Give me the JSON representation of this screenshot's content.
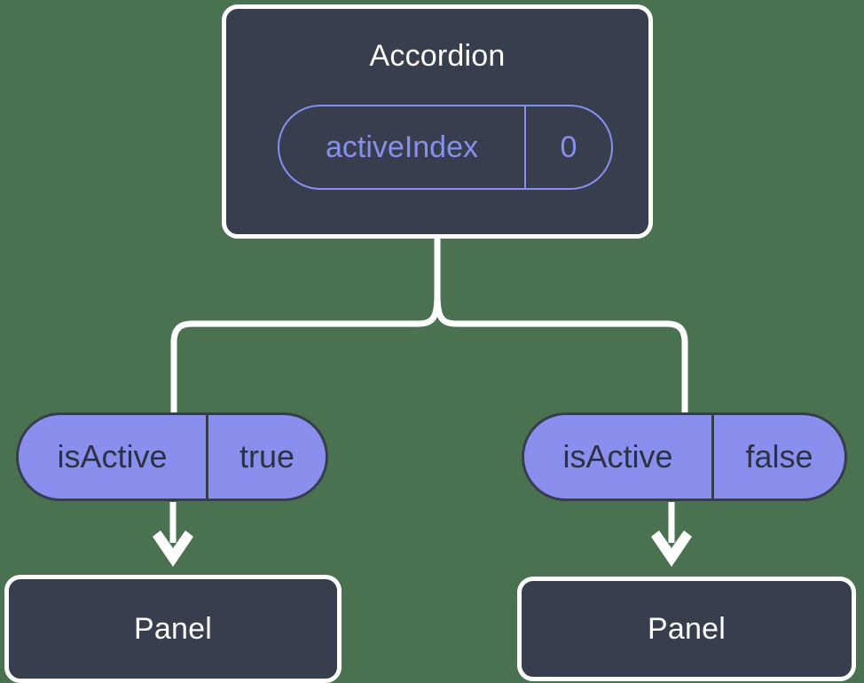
{
  "diagram": {
    "type": "component-state-tree",
    "background_color": "#4a7150",
    "node_fill": "#373e4e",
    "node_stroke": "#ffffff",
    "accent_color": "#8a8fee",
    "pill_text_color": "#2c3242",
    "root": {
      "title": "Accordion",
      "state": {
        "key": "activeIndex",
        "value": "0"
      }
    },
    "branches": [
      {
        "prop": {
          "key": "isActive",
          "value": "true"
        },
        "child": {
          "title": "Panel"
        }
      },
      {
        "prop": {
          "key": "isActive",
          "value": "false"
        },
        "child": {
          "title": "Panel"
        }
      }
    ]
  }
}
